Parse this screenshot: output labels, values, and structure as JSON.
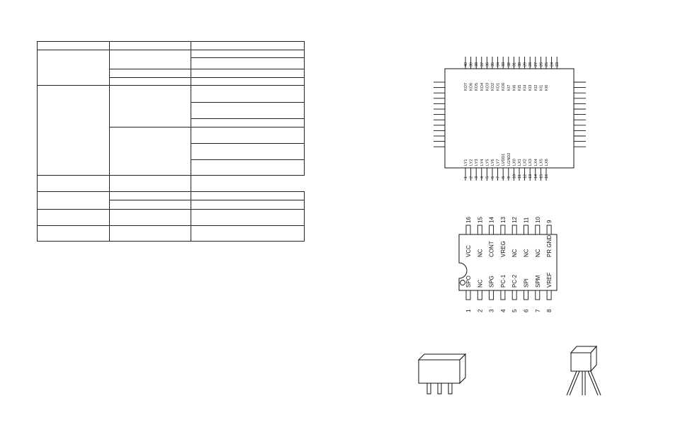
{
  "table": {
    "rows": 14,
    "cols": 3
  },
  "qfp_chip": {
    "top_pin_numbers": [
      "40",
      "39",
      "38",
      "37",
      "36",
      "35",
      "34",
      "33",
      "32",
      "31",
      "30",
      "29",
      "28",
      "27",
      "26",
      "25",
      "24",
      "23",
      "22",
      "21"
    ],
    "top_pin_labels": [
      "KO7",
      "KO6",
      "KO5",
      "KO4",
      "KO3",
      "KO2",
      "KO1",
      "KO0",
      "KI7",
      "KI6",
      "KI5",
      "KI4",
      "KI3",
      "KI2",
      "KI1",
      "KI0",
      "",
      "",
      "",
      ""
    ],
    "bottom_pin_numbers": [
      "1",
      "2",
      "3",
      "4",
      "5",
      "6",
      "7",
      "8",
      "9",
      "10",
      "11",
      "12",
      "13",
      "14",
      "15",
      "16"
    ],
    "bottom_pin_labels": [
      "LY1",
      "LY2",
      "LY3",
      "LY4",
      "LY5",
      "LY6",
      "LY7",
      "LVDD1",
      "LGND2",
      "LX0",
      "LX1",
      "LX2",
      "LX3",
      "LX4",
      "LX5",
      "LX6"
    ]
  },
  "dip_chip": {
    "top_pin_numbers": [
      "16",
      "15",
      "14",
      "13",
      "12",
      "11",
      "10",
      "9"
    ],
    "top_pin_labels": [
      "VCC",
      "NC",
      "CONT",
      "VREG",
      "NC",
      "NC",
      "NC",
      "PR GND"
    ],
    "bottom_pin_numbers": [
      "1",
      "2",
      "3",
      "4",
      "5",
      "6",
      "7",
      "8"
    ],
    "bottom_pin_labels": [
      "SPO",
      "NC",
      "SPG",
      "PC-1",
      "PC-2",
      "SPI",
      "SPM",
      "VREF"
    ]
  }
}
